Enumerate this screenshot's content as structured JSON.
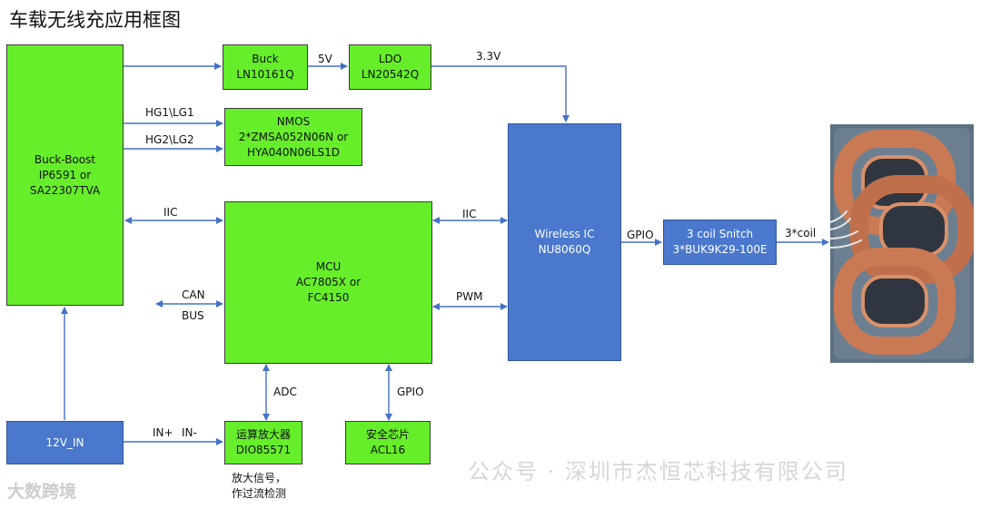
{
  "title": "车载无线充应用框图",
  "blocks": {
    "buck_boost": [
      "Buck-Boost",
      "IP6591 or",
      "SA22307TVA"
    ],
    "buck": [
      "Buck",
      "LN10161Q"
    ],
    "ldo": [
      "LDO",
      "LN20542Q"
    ],
    "nmos": [
      "NMOS",
      "2*ZMSA052N06N or",
      "HYA040N06LS1D"
    ],
    "mcu": [
      "MCU",
      "AC7805X or",
      "FC4150"
    ],
    "wireless_ic": [
      "Wireless IC",
      "NU8060Q"
    ],
    "coil_switch": [
      "3 coil Snitch",
      "3*BUK9K29-100E"
    ],
    "input_12v": [
      "12V_IN"
    ],
    "op_amp": [
      "运算放大器",
      "DIO85571"
    ],
    "security_chip": [
      "安全芯片",
      "ACL16"
    ]
  },
  "labels": {
    "v5": "5V",
    "v33": "3.3V",
    "hg1": "HG1\\LG1",
    "hg2": "HG2\\LG2",
    "iic_left": "IIC",
    "iic_right": "IIC",
    "can": "CAN",
    "bus": "BUS",
    "pwm": "PWM",
    "gpio_wireless": "GPIO",
    "coil_out": "3*coil",
    "adc": "ADC",
    "gpio_mcu": "GPIO",
    "in_plus": "IN+",
    "in_minus": "IN-",
    "amp_note_1": "放大信号，",
    "amp_note_2": "作过流检测"
  },
  "watermark": "公众号 · 深圳市杰恒芯科技有限公司",
  "brand": "大数跨境",
  "colors": {
    "green_block": "#66ee2a",
    "blue_block": "#4a78cd",
    "connector": "#4472c4",
    "coil_copper": "#c97a55"
  }
}
